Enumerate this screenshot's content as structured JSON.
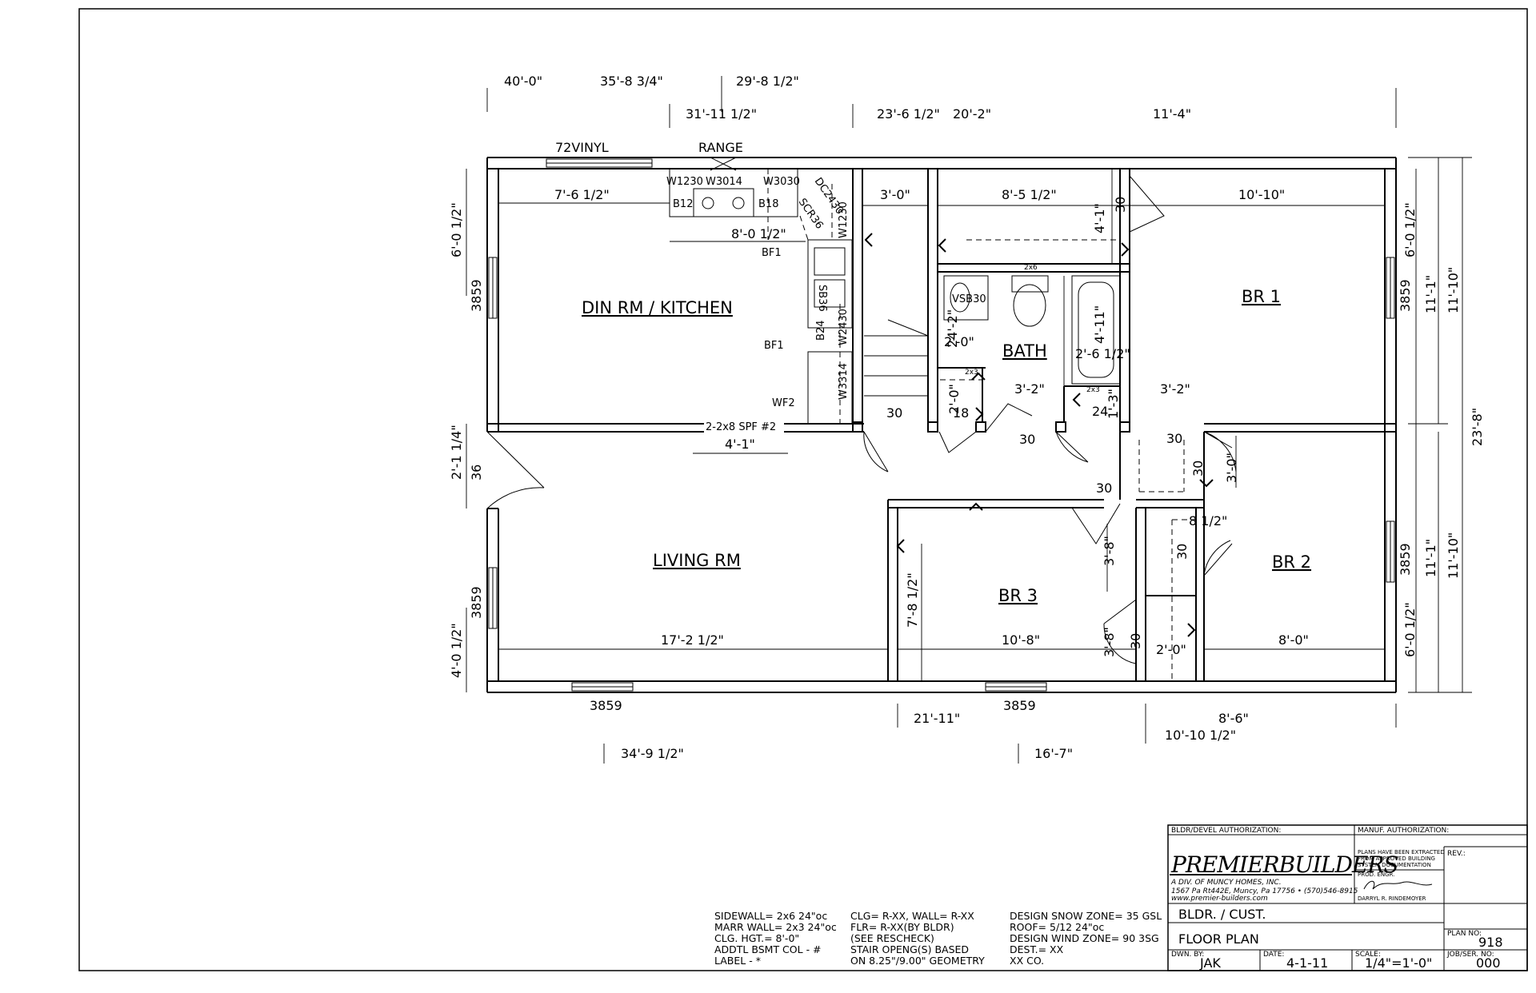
{
  "rooms": {
    "din_kitchen": "DIN RM / KITCHEN",
    "living": "LIVING RM",
    "bath": "BATH",
    "br1": "BR 1",
    "br2": "BR 2",
    "br3": "BR 3"
  },
  "fixtures": {
    "vinyl": "72VINYL",
    "range": "RANGE",
    "w1230a": "W1230",
    "w3014": "W3014",
    "w3030": "W3030",
    "dc2430": "DC2430",
    "b12": "B12",
    "b18": "B18",
    "scr36": "SCR36",
    "w1230b": "W1230",
    "bf1a": "BF1",
    "sb36": "SB36",
    "b24": "B24",
    "w2430": "W2430",
    "bf1b": "BF1",
    "wf2": "WF2",
    "w3314": "W3314",
    "header": "2-2x8 SPF #2",
    "vsb30": "VSB30",
    "twobysix": "2x6",
    "twobythree_a": "2x3",
    "twobythree_b": "2x3"
  },
  "dimensions": {
    "top1": "40'-0\"",
    "top2": "35'-8 3/4\"",
    "top3": "29'-8 1/2\"",
    "top4": "31'-11 1/2\"",
    "top5": "23'-6 1/2\"",
    "top6": "20'-2\"",
    "top7": "11'-4\"",
    "d_7_6": "7'-6 1/2\"",
    "d_8_0": "8'-0 1/2\"",
    "d_3_0": "3'-0\"",
    "d_8_5": "8'-5 1/2\"",
    "d_10_10": "10'-10\"",
    "d_4_1a": "4'-1\"",
    "d_30a": "30",
    "d_24_2": "24'-2\"",
    "d_2_0a": "2'-0\"",
    "d_4_11": "4'-11\"",
    "d_2_6": "2'-6 1/2\"",
    "d_2_0b": "2'-0\"",
    "d_18": "18",
    "d_3_2a": "3'-2\"",
    "d_24": "24",
    "d_1_3": "1'-3\"",
    "d_3_2b": "3'-2\"",
    "d_30b": "30",
    "d_30c": "30",
    "d_30d": "30",
    "d_30e": "30",
    "d_30f": "30",
    "d_3_0b": "3'-0\"",
    "d_8_half": "8 1/2\"",
    "d_30g": "30",
    "d_4_1b": "4'-1\"",
    "d_3_8a": "3'-8\"",
    "d_7_8": "7'-8 1/2\"",
    "d_17_2": "17'-2 1/2\"",
    "d_10_8": "10'-8\"",
    "d_3_8b": "3'-8\"",
    "d_30h": "30",
    "d_2_0c": "2'-0\"",
    "d_8_0b": "8'-0\"",
    "left1": "6'-0 1/2\"",
    "left2": "3859",
    "left3": "2'-1 1/4\"",
    "left4": "36",
    "left5": "3859",
    "left6": "4'-0 1/2\"",
    "right1": "6'-0 1/2\"",
    "right2": "3859",
    "right3": "11'-1\"",
    "right4": "11'-10\"",
    "right5": "23'-8\"",
    "right6": "3859",
    "right7": "11'-1\"",
    "right8": "11'-10\"",
    "right9": "6'-0 1/2\"",
    "bot_win1": "3859",
    "bot_win2": "3859",
    "bot1": "21'-11\"",
    "bot2": "8'-6\"",
    "bot3": "10'-10 1/2\"",
    "bot4": "34'-9 1/2\"",
    "bot5": "16'-7\""
  },
  "notes": {
    "col1": [
      "SIDEWALL=  2x6 24\"oc",
      "MARR WALL= 2x3 24\"oc",
      "CLG. HGT.=  8'-0\"",
      "ADDTL BSMT COL - #",
      "LABEL - *"
    ],
    "col2": [
      "CLG= R-XX, WALL= R-XX",
      "  FLR= R-XX(BY BLDR)",
      "  (SEE RESCHECK)",
      "STAIR OPENG(S) BASED",
      "  ON 8.25\"/9.00\" GEOMETRY"
    ],
    "col3": [
      "DESIGN SNOW ZONE= 35 GSL",
      "ROOF= 5/12 24\"oc",
      "DESIGN WIND ZONE= 90 3SG",
      "DEST.= XX",
      "     XX CO."
    ]
  },
  "title_block": {
    "bldr_auth": "BLDR/DEVEL AUTHORIZATION:",
    "manuf_auth": "MANUF. AUTHORIZATION:",
    "company": "PREMIERBUILDERS",
    "division": "A DIV. OF MUNCY HOMES, INC.",
    "address": "1567 Pa Rt442E, Muncy, Pa 17756  • (570)546-8915",
    "website": "www.premier-builders.com",
    "extract_note": [
      "PLANS HAVE BEEN EXTRACTED",
      "FROM APPROVED BUILDING",
      "SYSTEM DOCUMENTATION"
    ],
    "prod_engr": "PROD. ENGR.",
    "engineer": "DARRYL R. RINDEMOYER",
    "rev_label": "REV.:",
    "bldr_cust": "BLDR. / CUST.",
    "sheet_title": "FLOOR PLAN",
    "plan_no_label": "PLAN NO:",
    "plan_no": "918",
    "dwn_by_label": "DWN. BY:",
    "dwn_by": "JAK",
    "date_label": "DATE:",
    "date": "4-1-11",
    "scale_label": "SCALE:",
    "scale": "1/4\"=1'-0\"",
    "job_label": "JOB/SER. NO:",
    "job_no": "000"
  }
}
